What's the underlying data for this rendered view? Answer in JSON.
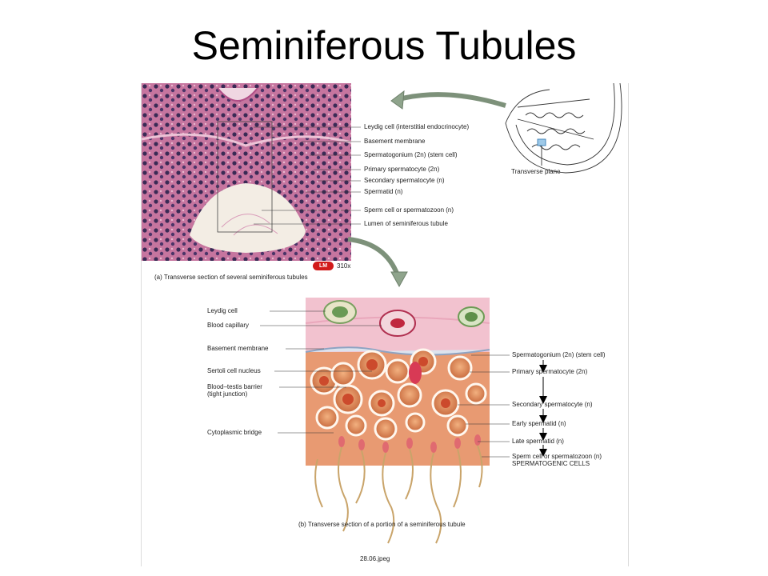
{
  "title": "Seminiferous Tubules",
  "micrograph": {
    "labels": [
      "Leydig cell (interstitial endocrinocyte)",
      "Basement membrane",
      "Spermatogonium (2n) (stem cell)",
      "Primary spermatocyte (2n)",
      "Secondary spermatocyte (n)",
      "Spermatid (n)",
      "Sperm cell or spermatozoon (n)",
      "Lumen of seminiferous tubule"
    ],
    "badge": "LM",
    "magnification": "310x",
    "caption": "(a) Transverse section of several seminiferous tubules"
  },
  "inset": {
    "label": "Transverse plane"
  },
  "detail": {
    "left_labels": [
      "Leydig cell",
      "Blood capillary",
      "Basement membrane",
      "Sertoli cell nucleus",
      "Blood–testis barrier",
      "(tight junction)",
      "Cytoplasmic bridge"
    ],
    "right_labels": [
      "Spermatogonium (2n) (stem cell)",
      "Primary spermatocyte (2n)",
      "Secondary spermatocyte (n)",
      "Early spermatid (n)",
      "Late spermatid (n)",
      "Sperm cell or spermatozoon (n)",
      "SPERMATOGENIC CELLS"
    ],
    "caption": "(b) Transverse section of a portion of a seminiferous tubule"
  },
  "footer": "28.06.jpeg",
  "colors": {
    "tissue_pink": "#c6759f",
    "nucleus": "#3a2a55",
    "lumen": "#f3ede4",
    "cytoplasm": "#e8a07a",
    "membrane": "#f2c2cf",
    "arrow": "#8fa48c"
  }
}
